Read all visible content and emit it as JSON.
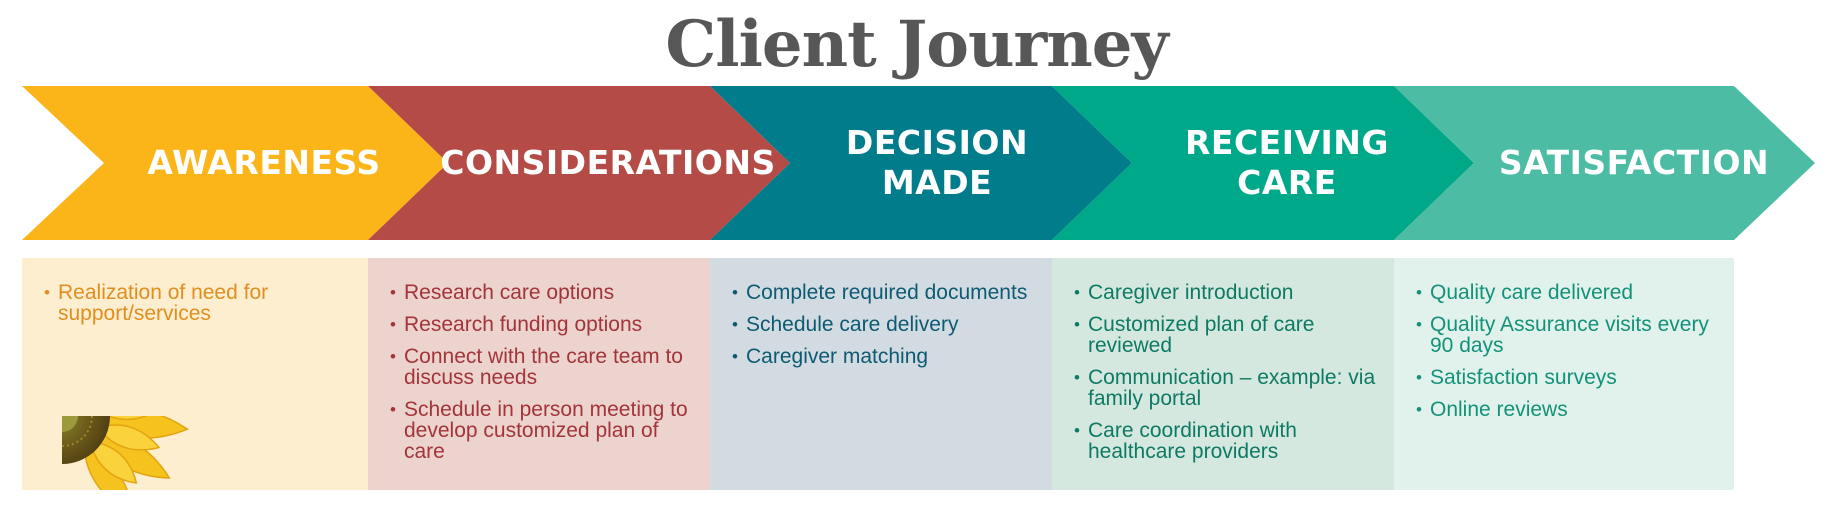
{
  "title": "Client Journey",
  "colors": {
    "awareness": "#FBB519",
    "considerations": "#B54B46",
    "decision": "#017C8A",
    "receiving": "#00A88A",
    "satisfaction": "#4CBDA4"
  },
  "stages": [
    {
      "id": "awareness",
      "label_lines": [
        "AWARENESS"
      ],
      "items": [
        "Realization of need for support/services"
      ],
      "panel_bg": "#FDEECF",
      "text_color": "#E08E1F"
    },
    {
      "id": "considerations",
      "label_lines": [
        "CONSIDERATIONS"
      ],
      "items": [
        "Research care options",
        "Research funding options",
        "Connect with the care team to discuss needs",
        "Schedule in person meeting to develop customized plan of care"
      ],
      "panel_bg": "#ECD3CD",
      "text_color": "#A3343A"
    },
    {
      "id": "decision",
      "label_lines": [
        "DECISION",
        "MADE"
      ],
      "items": [
        "Complete required documents",
        "Schedule care delivery",
        "Caregiver matching"
      ],
      "panel_bg": "#D3DBE2",
      "text_color": "#0D5A72"
    },
    {
      "id": "receiving",
      "label_lines": [
        "RECEIVING",
        "CARE"
      ],
      "items": [
        "Caregiver introduction",
        "Customized plan of care reviewed",
        "Communication – example: via family portal",
        "Care coordination with healthcare providers"
      ],
      "panel_bg": "#D5E8E0",
      "text_color": "#0E7A63"
    },
    {
      "id": "satisfaction",
      "label_lines": [
        "SATISFACTION"
      ],
      "items": [
        "Quality care delivered",
        "Quality Assurance visits every 90 days",
        "Satisfaction surveys",
        "Online reviews"
      ],
      "panel_bg": "#E1F2EC",
      "text_color": "#14917A"
    }
  ]
}
